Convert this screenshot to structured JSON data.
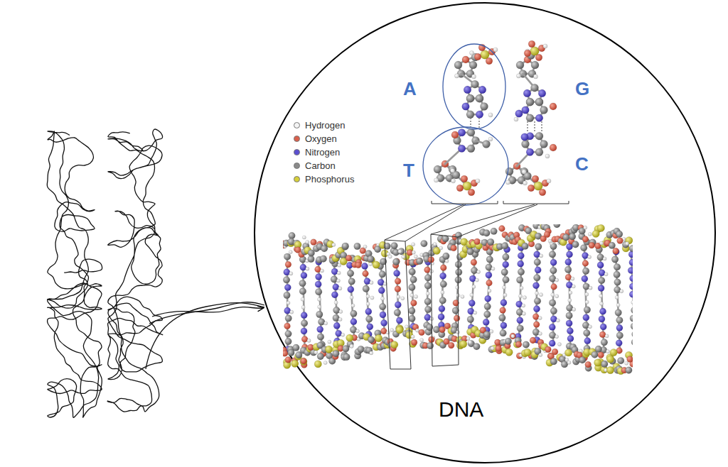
{
  "diagram": {
    "labels": [
      "A",
      "G",
      "T",
      "C",
      "DNA"
    ],
    "legend": [
      {
        "text": "Hydrogen",
        "color": "#f4f4f4"
      },
      {
        "text": "Oxygen",
        "color": "#d9604c"
      },
      {
        "text": "Nitrogen",
        "color": "#5b4fd1"
      },
      {
        "text": "Carbon",
        "color": "#8a8a8a"
      },
      {
        "text": "Phosphorus",
        "color": "#d6cf3a"
      }
    ]
  }
}
